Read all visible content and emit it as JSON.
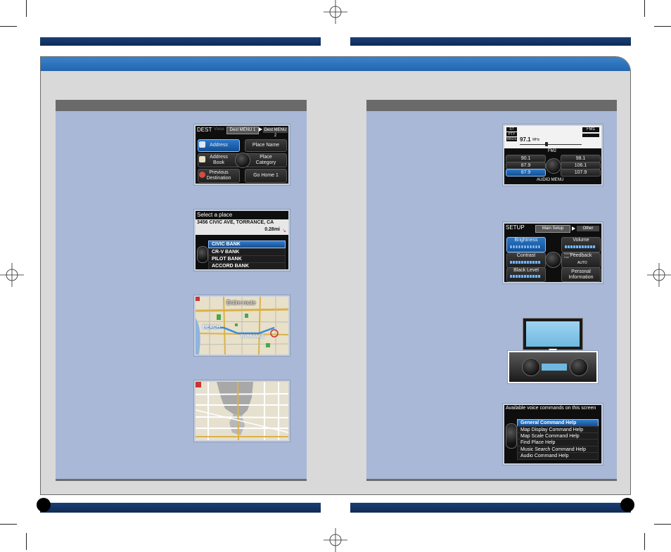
{
  "colors": {
    "header_bar": "#1a3f78",
    "band": "#2b72bd",
    "panel": "#a8b8d6",
    "panel_header": "#6a6a6a",
    "selected": "#2c78c8"
  },
  "screens": {
    "dest": {
      "title": "DEST",
      "tab_prev": "Voice",
      "tab_active": "Dest MENU 1",
      "tab_next": "Dest MENU 2",
      "buttons": [
        {
          "label": "Address",
          "selected": true
        },
        {
          "label": "Place Name",
          "selected": false
        },
        {
          "label": "Address\nBook",
          "selected": false
        },
        {
          "label": "Place\nCategory",
          "selected": false
        },
        {
          "label": "Previous\nDestination",
          "selected": false
        },
        {
          "label": "Go Home 1",
          "selected": false
        }
      ]
    },
    "select_place": {
      "title": "Select a place",
      "address": "3456 CIVIC AVE, TORRANCE, CA",
      "distance": "0.28mi",
      "items": [
        "CIVIC BANK",
        "CR-V BANK",
        "PILOT BANK",
        "ACCORD BANK"
      ]
    },
    "route_map": {
      "label": "Entire route",
      "labels": [
        "BEACH",
        "TORRANCE"
      ]
    },
    "street_map": {},
    "audio": {
      "indicators": [
        "ST",
        "PTY",
        "RBDS"
      ],
      "band": "FM1",
      "frequency": "97.1",
      "freq_unit": "MHz",
      "preset_label": "FM2",
      "presets_left": [
        "90.1",
        "87.9",
        "87.9"
      ],
      "presets_right": [
        "98.1",
        "106.1",
        "107.9"
      ],
      "menu": "AUDIO MENU"
    },
    "setup": {
      "title": "SETUP",
      "tab_active": "Main Setup",
      "tab_next": "Other",
      "items": [
        "Brightness",
        "Volume",
        "Contrast",
        "Feedback",
        "Black Level",
        "Personal\nInformation"
      ],
      "interface": "Interface\nDial",
      "auto_label": "AUTO"
    },
    "voice": {
      "title": "Available voice commands on this screen",
      "items": [
        "General Command Help",
        "Map Display Command Help",
        "Map Scale Command Help",
        "Find Place Help",
        "Music Search Command Help",
        "Audio Command Help"
      ]
    }
  }
}
